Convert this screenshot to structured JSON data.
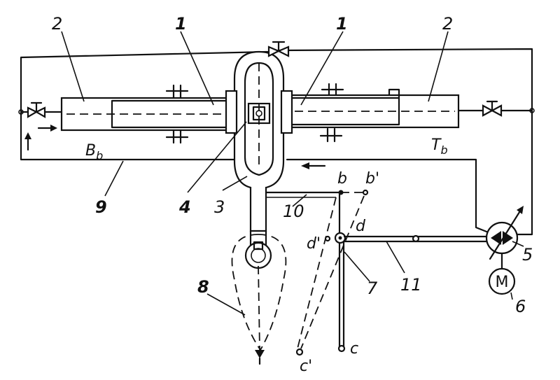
{
  "labels": {
    "num_1": "1",
    "num_2": "2",
    "num_3": "3",
    "num_4": "4",
    "num_5": "5",
    "num_6": "6",
    "num_7": "7",
    "num_8": "8",
    "num_9": "9",
    "num_10": "10",
    "num_11": "11",
    "Bb_main": "B",
    "Bb_sub": "b",
    "Tb_main": "T",
    "Tb_sub": "b",
    "pt_b": "b",
    "pt_b_prime": "b'",
    "pt_c": "c",
    "pt_c_prime": "c'",
    "pt_d": "d",
    "pt_d_prime": "d'",
    "motor": "M"
  },
  "icons": [
    "valve-icon",
    "flow-arrow-icon",
    "pump-icon",
    "motor-icon",
    "seal-icon"
  ]
}
